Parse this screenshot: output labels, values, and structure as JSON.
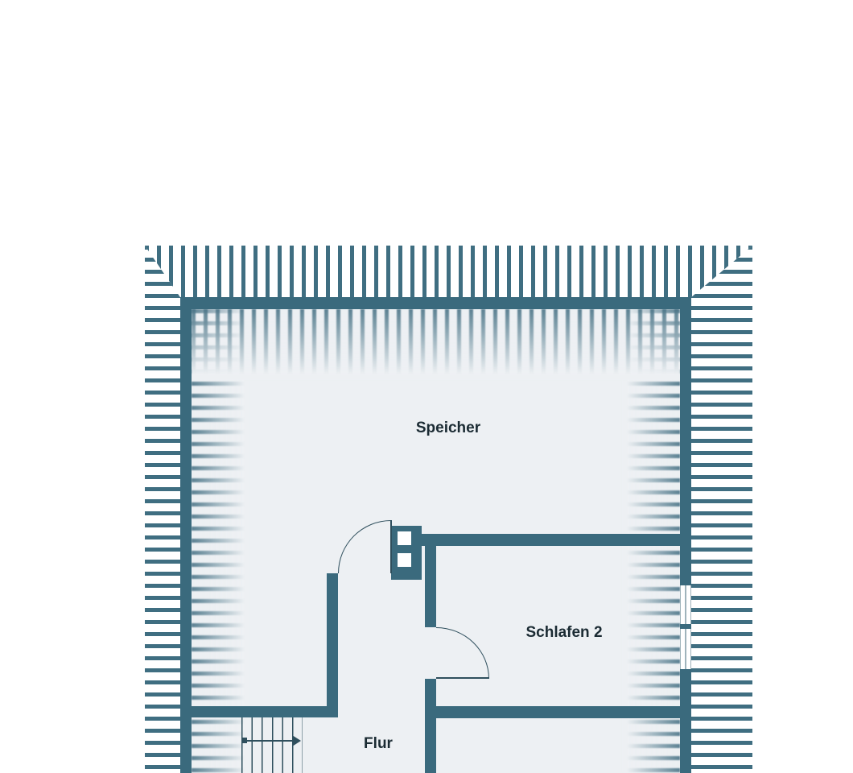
{
  "rooms": [
    {
      "name": "speicher",
      "label": "Speicher"
    },
    {
      "name": "schlafen2",
      "label": "Schlafen 2"
    },
    {
      "name": "flur",
      "label": "Flur"
    }
  ],
  "colors": {
    "wall": "#3a6a7d",
    "hatch": "#3f6e81",
    "floor": "#edf0f3",
    "text": "#1b2b33",
    "line": "#2f4f5d",
    "bg": "#ffffff"
  }
}
